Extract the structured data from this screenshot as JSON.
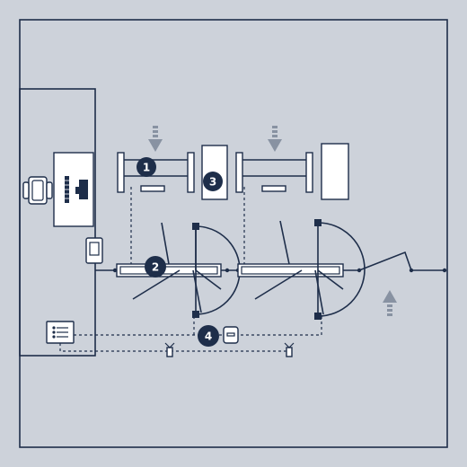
{
  "colors": {
    "background": "#cdd2da",
    "line": "#1e2e4a",
    "device_fill": "#ffffff",
    "arrow": "#8892a2",
    "badge": "#1e2e4a",
    "badge_text": "#ffffff"
  },
  "markers": [
    {
      "label": "1"
    },
    {
      "label": "2"
    },
    {
      "label": "3"
    },
    {
      "label": "4"
    }
  ],
  "icons": {
    "office_chair": "chair-icon",
    "workstation": "computer-icon",
    "wall_reader": "reader-icon",
    "control_panel": "control-panel-icon",
    "flow_arrow": "direction-arrow-icon",
    "sensor": "sensor-icon"
  }
}
